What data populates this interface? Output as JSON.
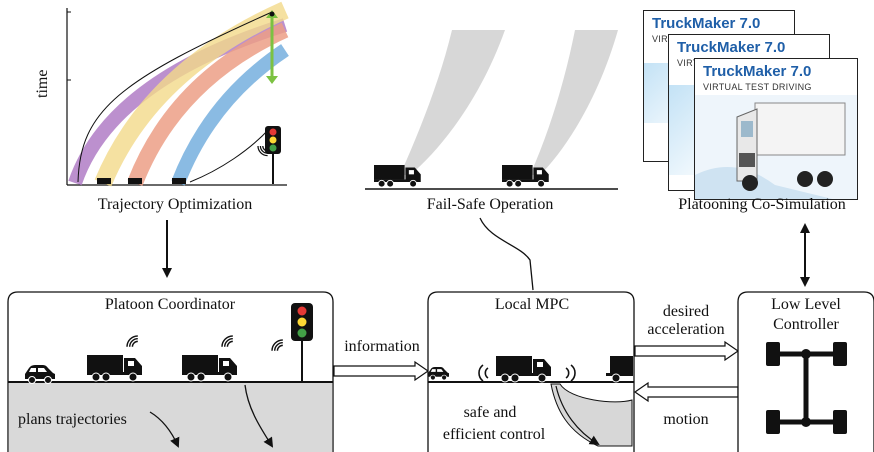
{
  "top_labels": {
    "trajectory_optimization": "Trajectory Optimization",
    "fail_safe_operation": "Fail-Safe Operation",
    "platooning_co_simulation": "Platooning Co-Simulation"
  },
  "plot": {
    "ylabel": "time"
  },
  "truckmaker": {
    "brand": "TruckMaker 7.0",
    "subtitle": "VIRTUAL TEST DRIVING"
  },
  "boxes": {
    "platoon_coordinator": "Platoon Coordinator",
    "plans_trajectories": "plans trajectories",
    "local_mpc": "Local MPC",
    "safe_and": "safe and",
    "efficient_control": "efficient control",
    "low_level_1": "Low Level",
    "low_level_2": "Controller"
  },
  "arrows": {
    "information": "information",
    "desired": "desired",
    "acceleration": "acceleration",
    "motion": "motion"
  },
  "colors": {
    "purple": "#b07cc6",
    "yellow": "#f3d98a",
    "salmon": "#ec9f86",
    "blue": "#7db4e0",
    "green": "#7cc242",
    "ground": "#d9d9d9",
    "truckmaker_blue": "#1f5fa8"
  }
}
